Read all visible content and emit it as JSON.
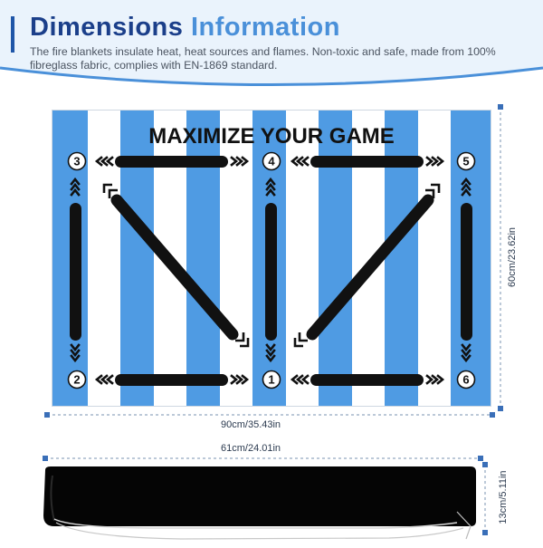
{
  "header": {
    "title_part1": "Dimensions",
    "title_part2": "Information",
    "description": "The fire blankets insulate heat, heat sources and flames. Non-toxic and safe, made from 100% fibreglass fabric, complies  with EN-1869 standard."
  },
  "mat": {
    "heading": "MAXIMIZE YOUR GAME",
    "stations": [
      "1",
      "2",
      "3",
      "4",
      "5",
      "6"
    ],
    "stripe_colors": [
      "#4f9be3",
      "#ffffff"
    ],
    "accent_color": "#111111"
  },
  "dimensions": {
    "mat_width": "90cm/35.43in",
    "mat_height": "60cm/23.62in",
    "bag_width": "61cm/24.01in",
    "bag_height": "13cm/5.11in"
  },
  "colors": {
    "title_dark": "#1b3f8a",
    "title_light": "#4a90d9",
    "header_bg": "#eaf3fc",
    "dimension_line": "#7a93b0"
  }
}
